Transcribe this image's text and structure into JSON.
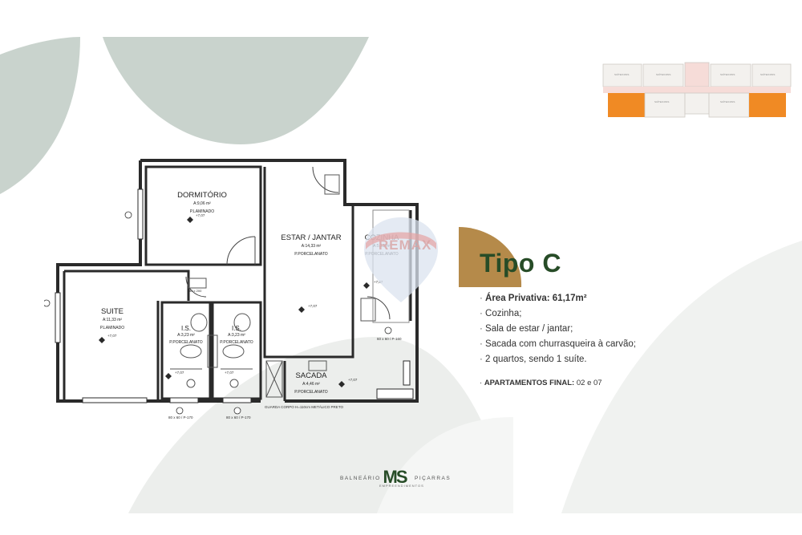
{
  "floorplan": {
    "rooms": [
      {
        "name": "DORMITÓRIO",
        "area": "A:9,06 m²",
        "floor": "P.LAMINADO",
        "level": "+7,07"
      },
      {
        "name": "ESTAR / JANTAR",
        "area": "A:14,33 m²",
        "floor": "P.PORCELANATO",
        "level": "+7,07"
      },
      {
        "name": "COZINHA",
        "area": "A:5,13 m²",
        "floor": "P.PORCELANATO",
        "level": "+7,07"
      },
      {
        "name": "SUITE",
        "area": "A:11,33 m²",
        "floor": "P.LAMINADO",
        "level": "+7,07"
      },
      {
        "name": "I.S.",
        "area": "A:3,23 m²",
        "floor": "P.PORCELANATO",
        "level": "+7,07"
      },
      {
        "name": "I.S.",
        "area": "A:3,23 m²",
        "floor": "P.PORCELANATO",
        "level": "+7,07"
      },
      {
        "name": "SACADA",
        "area": "A:4,46 m²",
        "floor": "P.PORCELANATO",
        "level": "+7,07"
      }
    ],
    "window_tags": [
      "80 x 60 / P-170",
      "80 x 60 / P-170",
      "60 x 60 / P-160",
      "80 x 200"
    ],
    "guard_note": "GUARDA CORPO H=110cm METÁLICO PRETO"
  },
  "info": {
    "title": "Tipo C",
    "items": [
      "Área Privativa: 61,17m²",
      "Cozinha;",
      "Sala de estar / jantar;",
      "Sacada com churrasqueira à carvão;",
      "2 quartos, sendo 1 suíte."
    ],
    "final_label": "APARTAMENTOS FINAL:",
    "final_value": "02 e 07"
  },
  "footer": {
    "left": "BALNEÁRIO",
    "right": "PIÇARRAS",
    "logo": "MS",
    "sub": "EMPREENDIMENTOS"
  },
  "watermark": "REMAX",
  "colors": {
    "leaf": "#c8d2cc",
    "leaf_light": "#ecefec",
    "gold": "#b58a4a",
    "green": "#274c27",
    "orange": "#f08a24"
  }
}
